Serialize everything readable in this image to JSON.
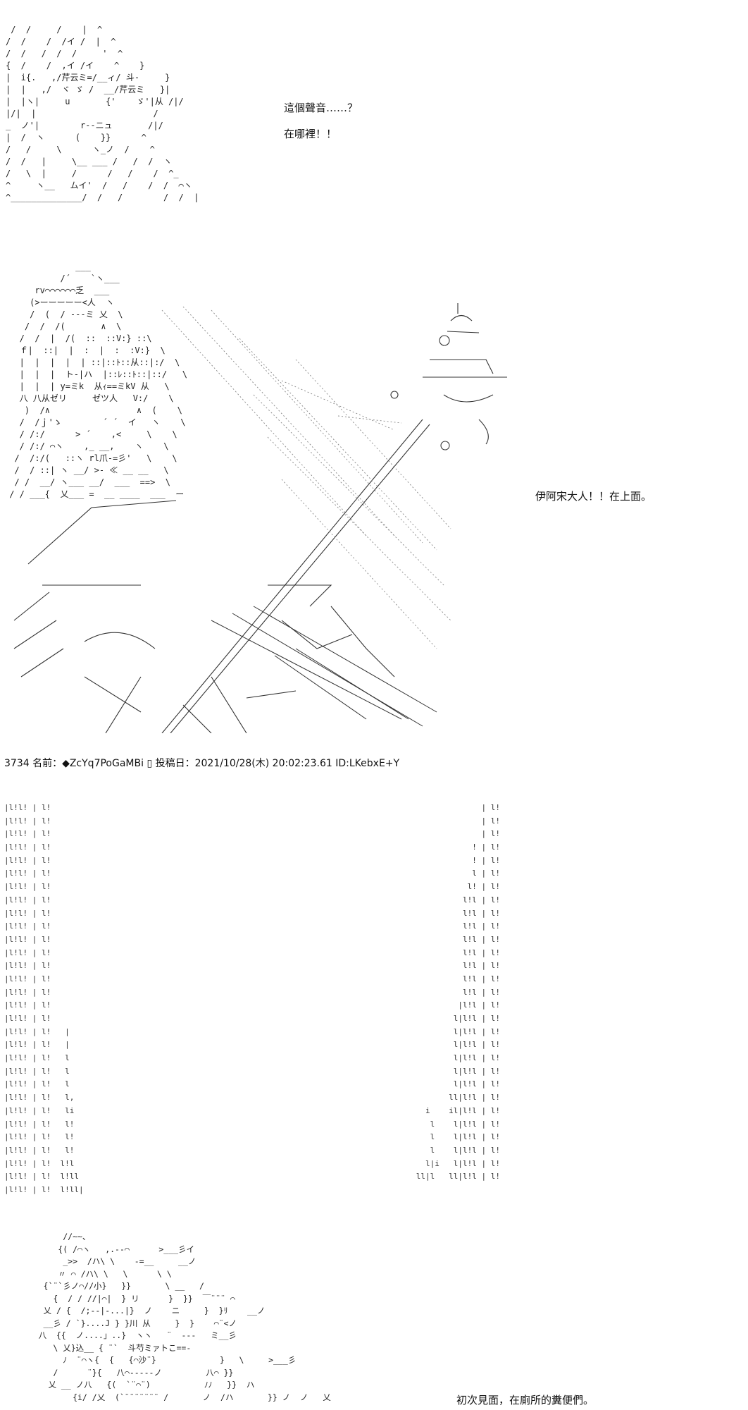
{
  "panel1": {
    "art_lines": [
      " /  /     /    |  ^",
      "/  /    /  /イ /  |  ^",
      "/  /   /  /  /     '  ^",
      "{  /    /  ,イ /イ    ^    }",
      "|  i{.   ,/芹云ミ=/__ィ/ 斗-     }",
      "|  |   ,/  ヾ ゞ /  __/芹云ミ   }|",
      "|  |ヽ|     u       {'    ゞ'|从 /|/",
      "|/|  |                       /",
      "_  ノ'|        r--ニュ       /|/",
      "|  /  ヽ      (    }}      ^",
      "/   /     \\      ヽ_ノ  /    ^",
      "/  /   |     \\__ ___ /   /  /  ヽ",
      "/   \\  |     /      /   /    /  ^_",
      "^     ヽ__   ムイ'  /   /    /  /  ⌒ヽ",
      "^______________/  /   /        /  /  |"
    ],
    "dialogue": [
      "這個聲音……？",
      "在哪裡！！"
    ]
  },
  "panel2": {
    "art_lines": [
      "              ___",
      "           /´    `ヽ___",
      "      rv⌒⌒⌒⌒⌒⌒乏  ___",
      "     (>ーーーーー<人  ヽ",
      "     /  (  / ---ミ 乂  \\",
      "    /  /  /(       ∧  \\",
      "   /  /  |  /(  ::  ::V:} ::\\",
      "   ｆ|  ::|  |  :  |  :  :V:}  \\",
      "   |  |  |  |  | ::|::ﾄ::从::|:/  \\",
      "   |  |  |  ト-|ハ  |::ﾚ::ﾄ::|::/   \\",
      "   |  |  | y=ミk  从ｨ==ミkV 从   \\",
      "   八 八从ゼリ     ゼツ人   V:/    \\",
      "    )  /∧                 ∧  (    \\",
      "   /  /ｊ'ゝ        ´ ´  イ   ヽ    \\",
      "   / /:/      > ´    ,<     \\    \\",
      "   / /:/ ⌒ヽ    ,_ __,    ヽ    \\",
      "  /  /:/(   ::ヽ rl爪-=彡'   \\    \\",
      "  /  / ::| ヽ __/ >- ≪ __ __   \\",
      "  / /  __/ ヽ___ __/  ___  ==>  \\",
      " / / ___{  乂___ =  __ ____  ___  ー"
    ],
    "dialogue": [
      "伊阿宋大人！！在上面。"
    ]
  },
  "post": {
    "header": "3734 名前：◆ZcYq7PoGaMBi ▯ 投稿日：2021/10/28(木) 20:02:23.61 ID:LKebxE+Y"
  },
  "panel3": {
    "left_bars": [
      "|l!l! | l!",
      "|l!l! | l!",
      "|l!l! | l!",
      "|l!l! | l!",
      "|l!l! | l!",
      "|l!l! | l!",
      "|l!l! | l!",
      "|l!l! | l!",
      "|l!l! | l!",
      "|l!l! | l!",
      "|l!l! | l!",
      "|l!l! | l!",
      "|l!l! | l!",
      "|l!l! | l!",
      "|l!l! | l!",
      "|l!l! | l!",
      "|l!l! | l!",
      "|l!l! | l!   |",
      "|l!l! | l!   |",
      "|l!l! | l!   l",
      "|l!l! | l!   l",
      "|l!l! | l!   l",
      "|l!l! | l!   l,",
      "|l!l! | l!   li",
      "|l!l! | l!   l!",
      "|l!l! | l!   l!",
      "|l!l! | l!   l!",
      "|l!l! | l!  l!l",
      "|l!l! | l!  l!ll",
      "|l!l! | l!  l!ll|"
    ],
    "right_bars": [
      "| l!",
      "| l!",
      "| l!",
      "! | l!",
      "! | l!",
      "l | l!",
      "l! | l!",
      "l!l | l!",
      "l!l | l!",
      "l!l | l!",
      "l!l | l!",
      "l!l | l!",
      "l!l | l!",
      "l!l | l!",
      "l!l | l!",
      "|l!l | l!",
      "l|l!l | l!",
      "l|l!l | l!",
      "l|l!l | l!",
      "l|l!l | l!",
      "l|l!l | l!",
      "l|l!l | l!",
      "ll|l!l | l!",
      "i    il|l!l | l!",
      "l    l|l!l | l!",
      "l    l|l!l | l!",
      "l    l|l!l | l!",
      "l|i   l|l!l | l!",
      "ll|l   ll|l!l | l!"
    ]
  },
  "panel4": {
    "art_lines": [
      "          //~~、",
      "         {( /⌒ヽ   ,.--⌒      >___彡イ",
      "          _>>  /ハ\\ \\    -=__     __ノ",
      "         〃 ⌒ /ハ\\ \\   \\      \\ \\",
      "      {`¨`彡ノ⌒//小}   }}       \\ __   /",
      "        {  / / //|⌒|  } リ      }  }}  ￣¨¨¨ ⌒",
      "      乂 / {  /;--|-...|}  ノ    ニ     }  }ﾘ    __ノ",
      "      __彡 / `}....J } }川 从     }  }    ⌒¨<ノ",
      "     八  {{  ノ....」..}  ヽヽ   ¨  ---   ミ__彡",
      "        \\ 乂}込__ { ¨`  斗芍ミァトこ==-",
      "          ﾉ  ¨⌒ヽ{  {   {⌒沙¨}             }   \\     >___彡",
      "        /      ¨}{   八⌒-----ノ         八⌒ }}",
      "       乂 __ ノ八   {(  `¨⌒¨)           ﾉﾉ   }}  ハ",
      "            {i/ /乂  (`¨¨¨¨¨¨¨ /       ノ  /ハ       }} ノ  ノ   乂"
    ],
    "dialogue": [
      "初次見面，在廁所的糞便們。"
    ]
  }
}
